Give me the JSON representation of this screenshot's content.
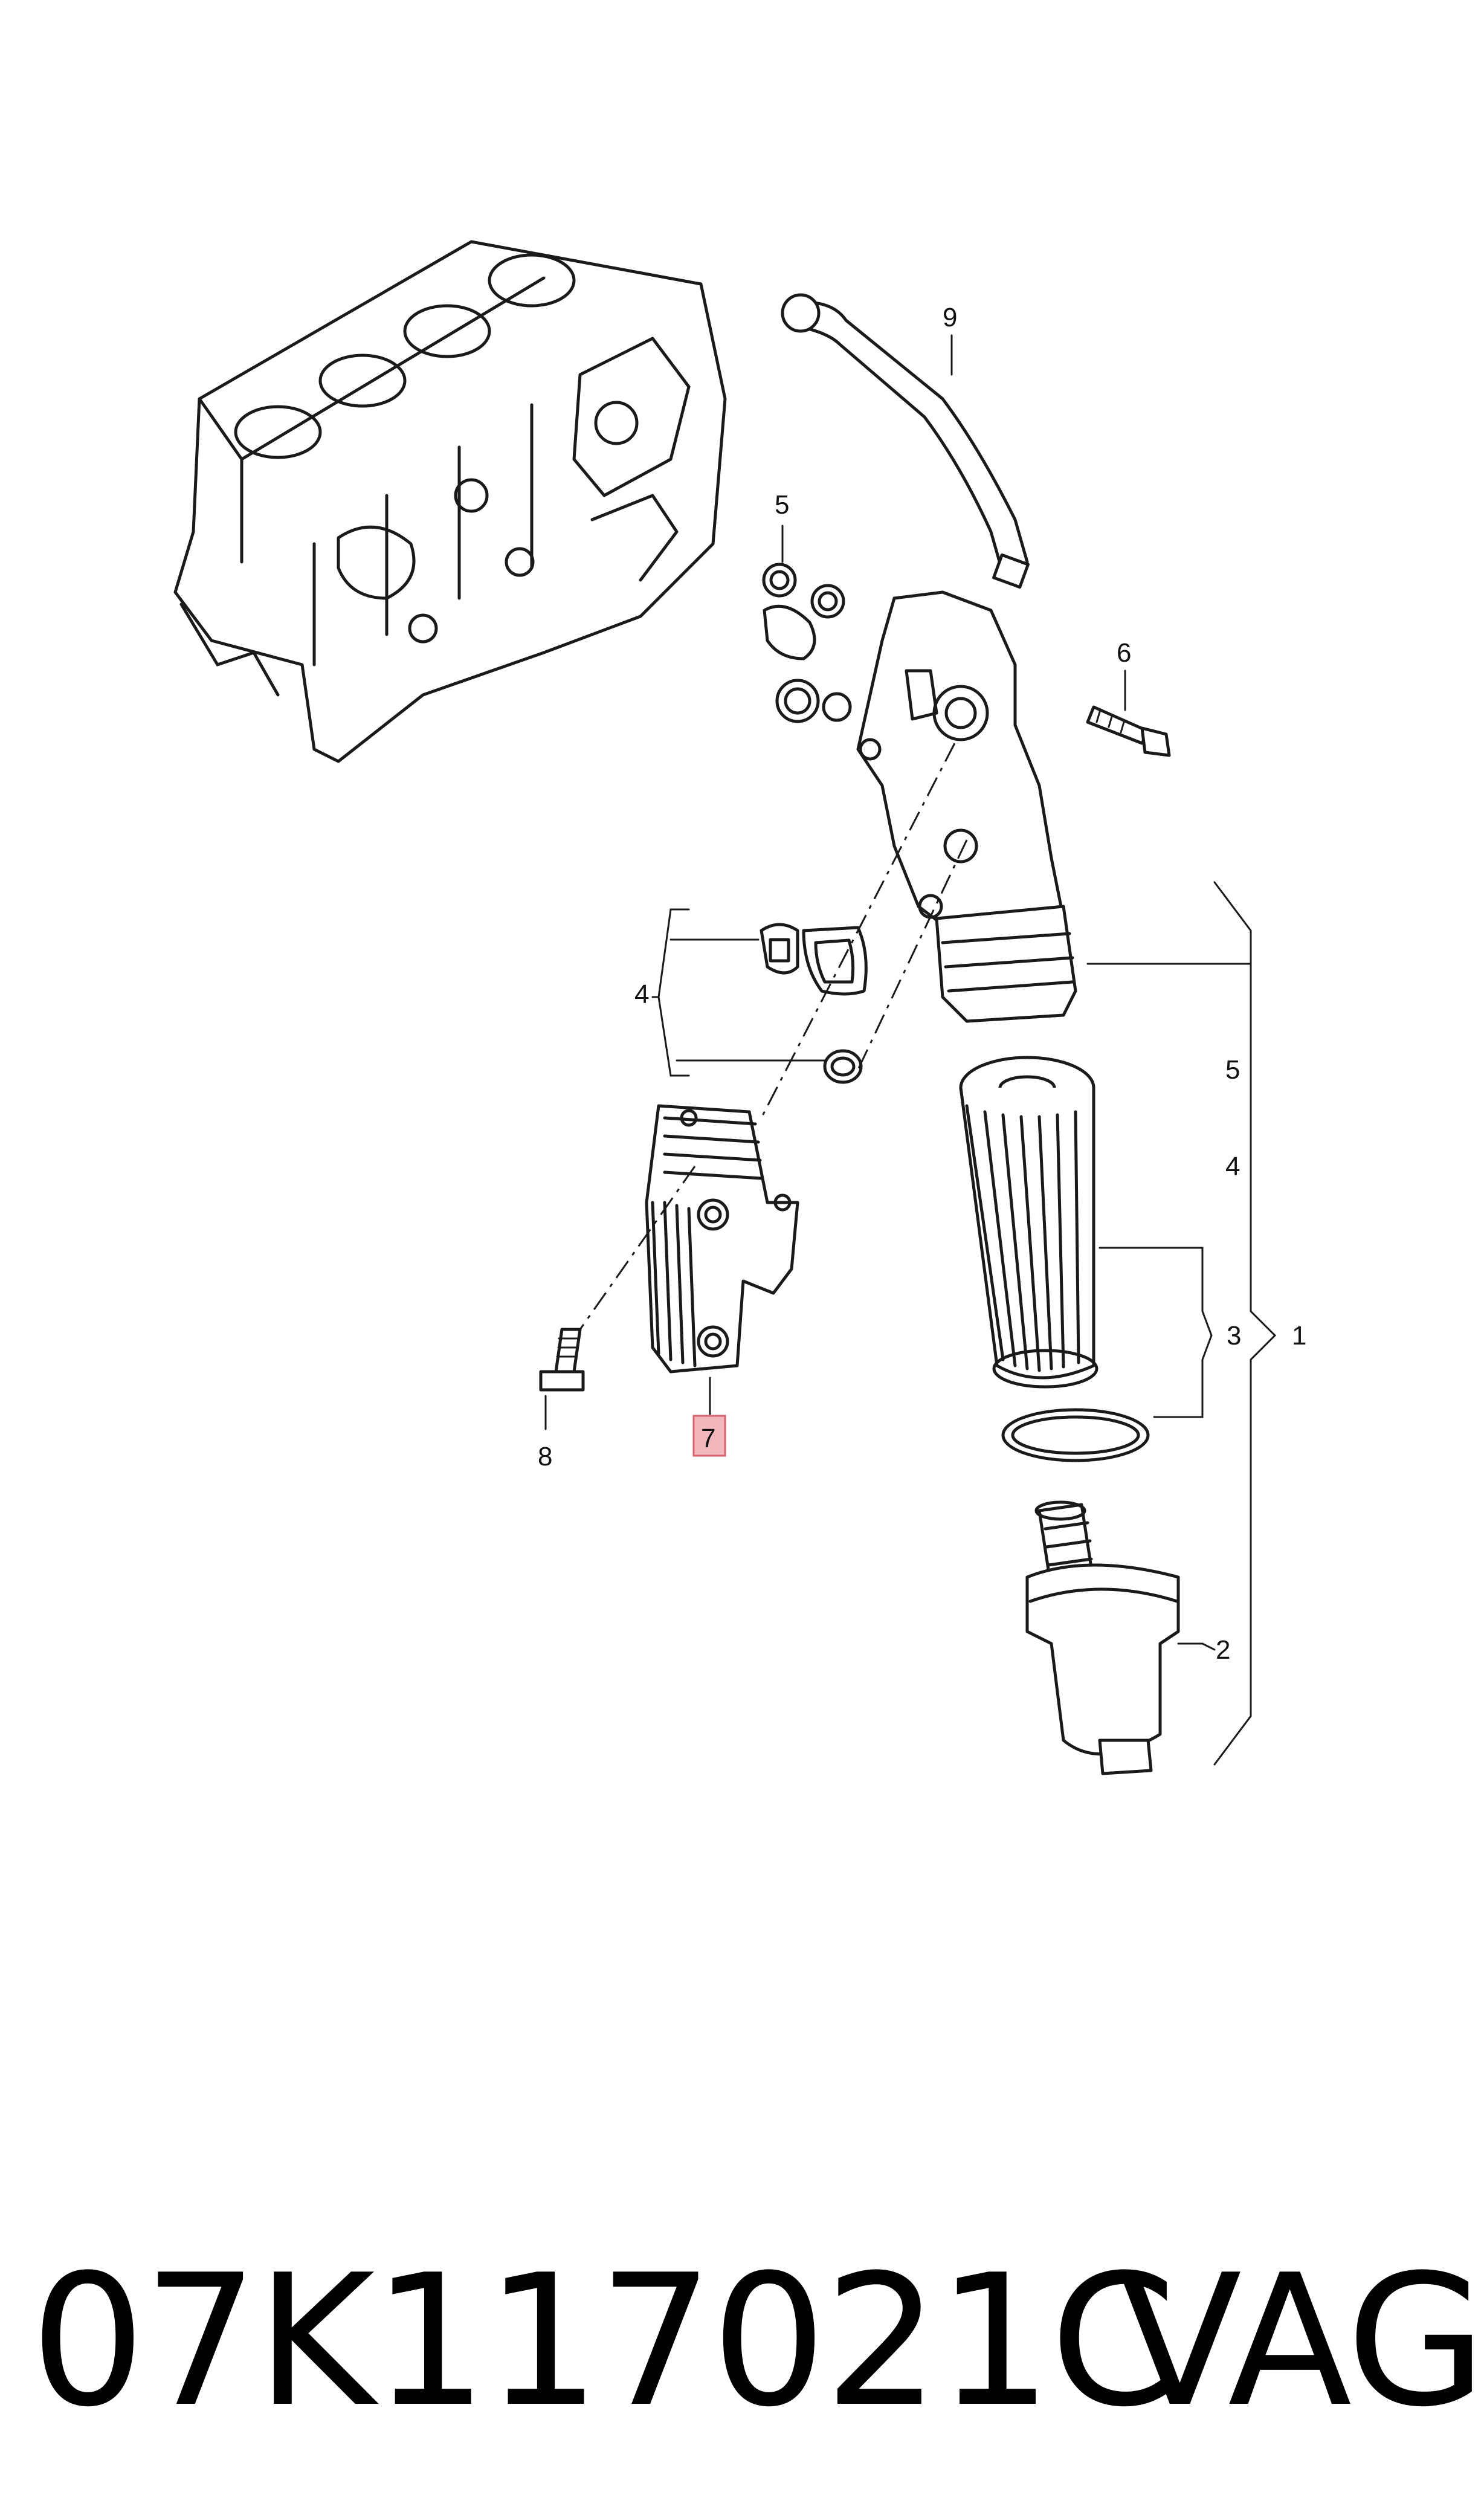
{
  "diagram": {
    "callouts": {
      "c1": "1",
      "c2": "2",
      "c3": "3",
      "c4_side": "4",
      "c4_left": "4",
      "c5_side": "5",
      "c5_top": "5",
      "c6": "6",
      "c7": "7",
      "c8": "8",
      "c9": "9"
    },
    "highlight_color": "#f3b8bd",
    "highlighted_callout": "7"
  },
  "part_number": "07K117021C",
  "brand": "VAG"
}
